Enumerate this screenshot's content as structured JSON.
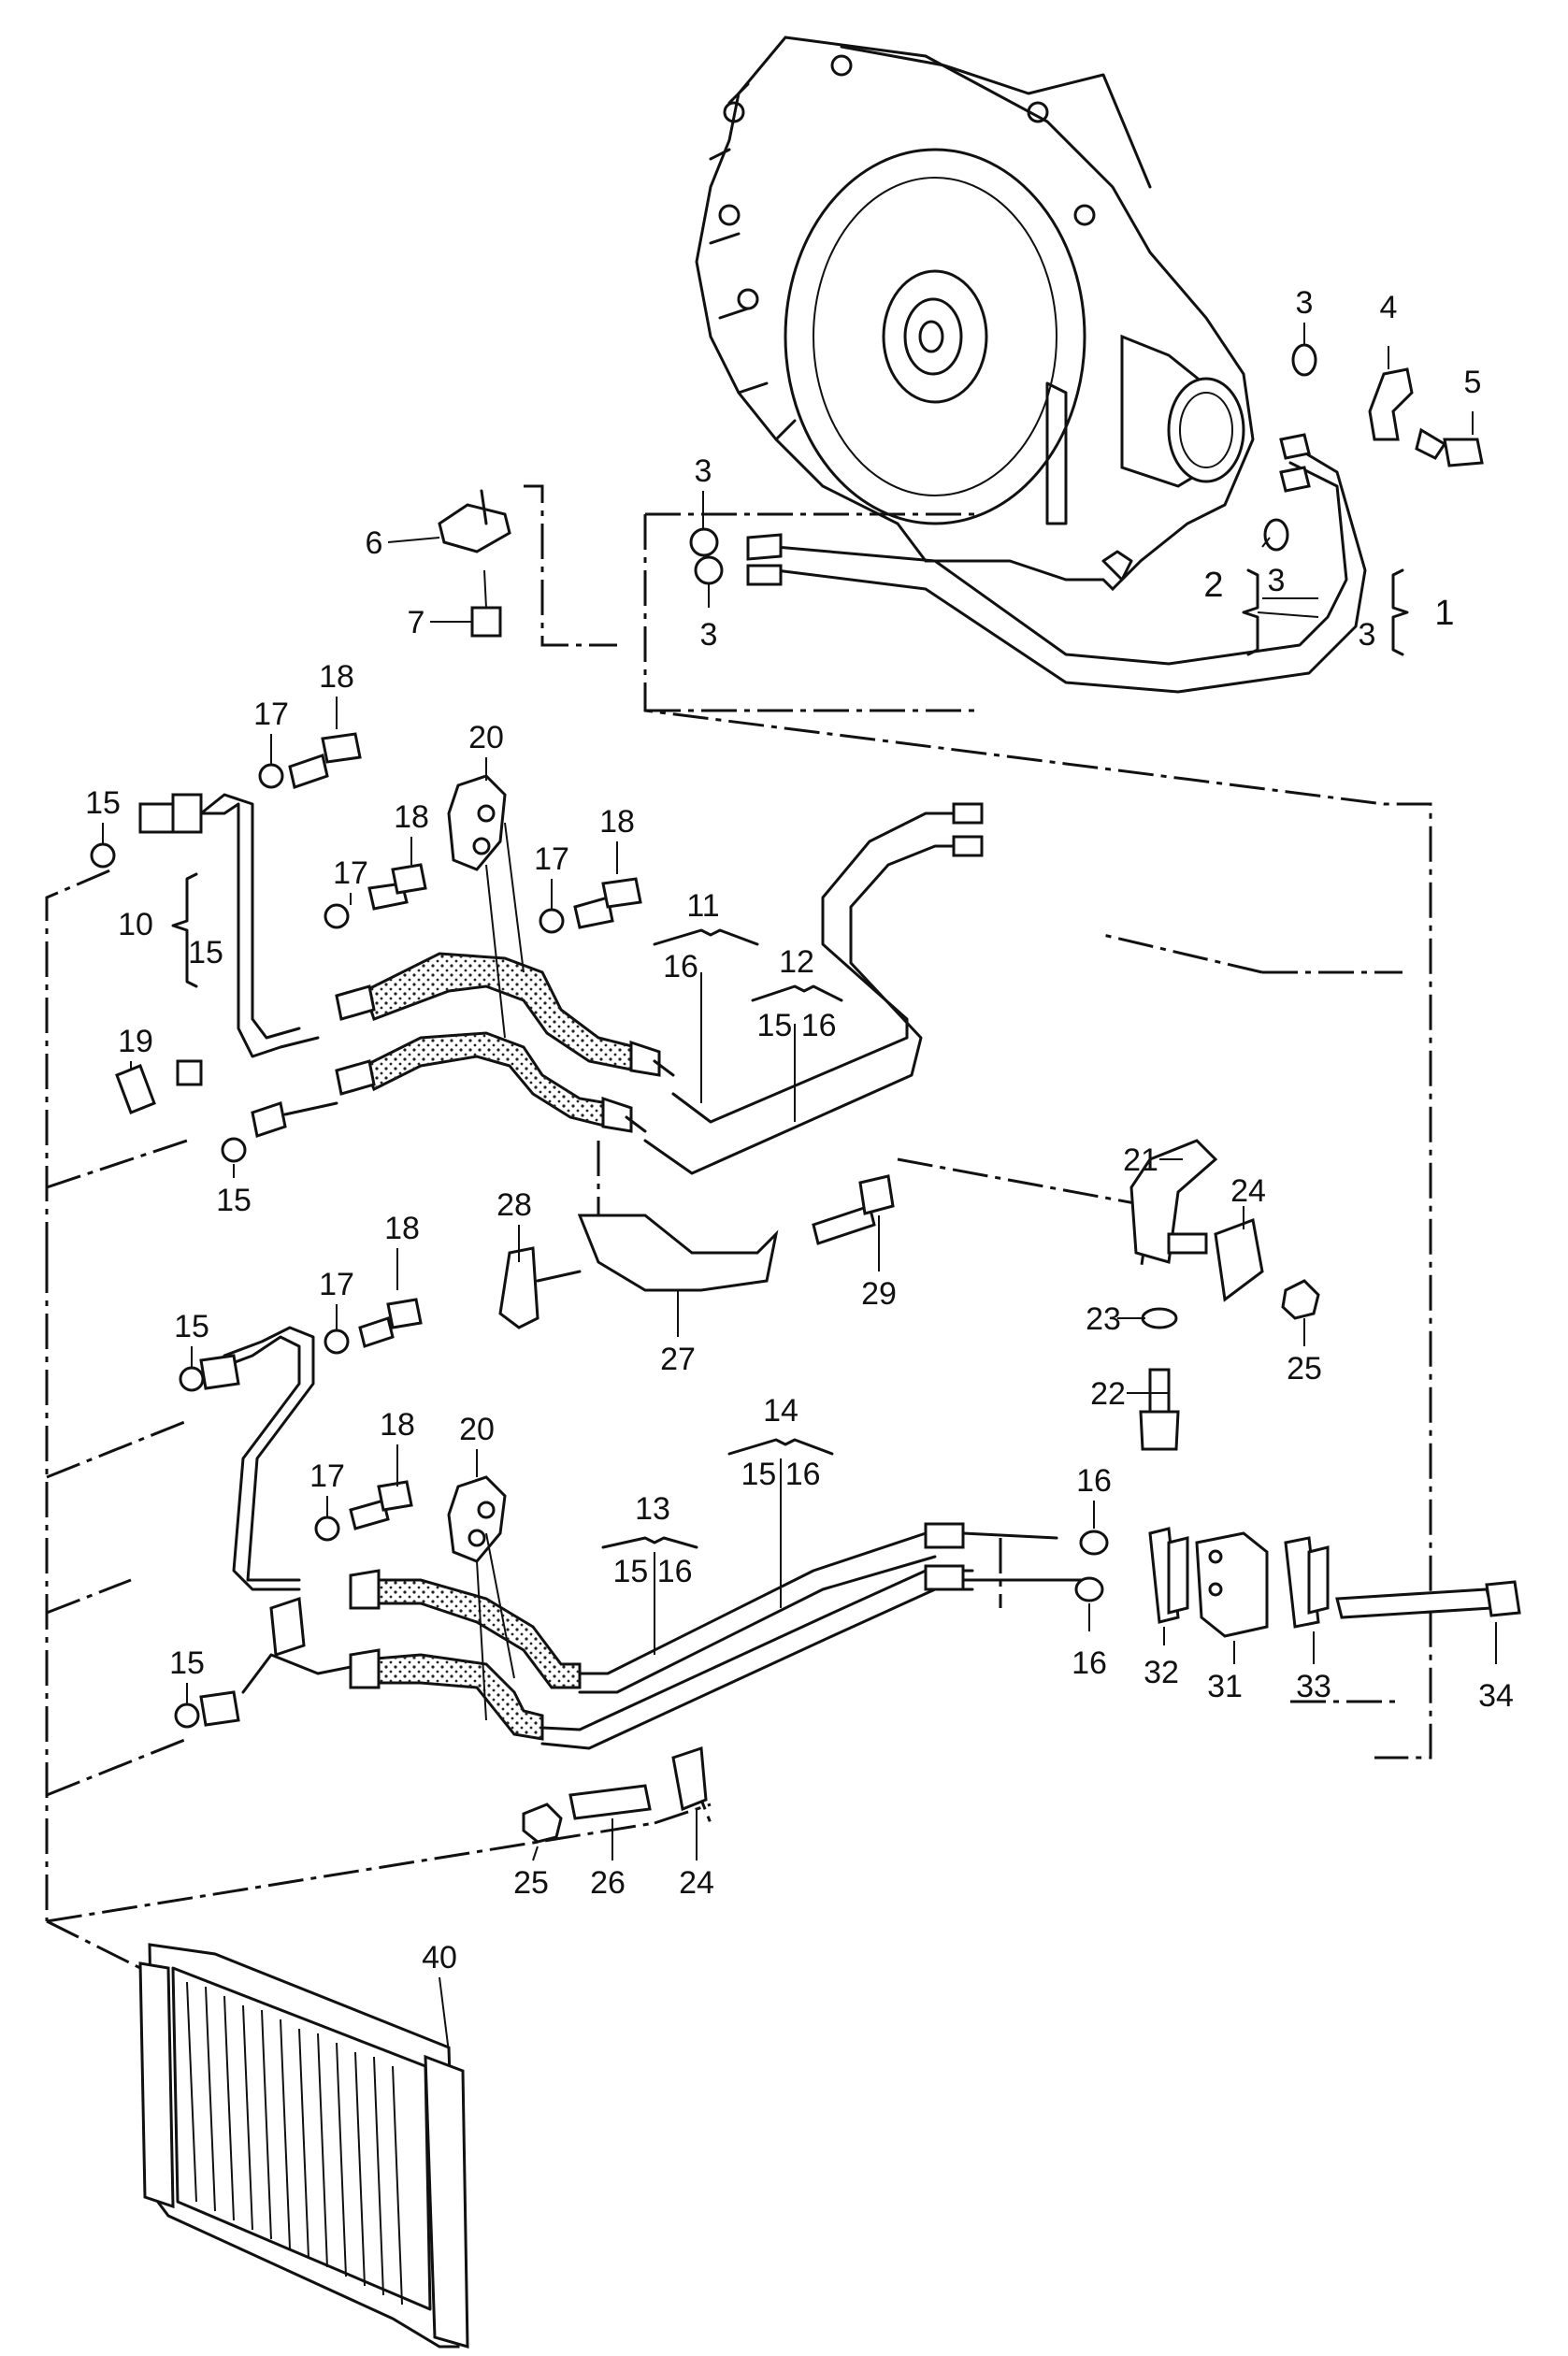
{
  "callouts": {
    "c1": "1",
    "c2": "2",
    "c3a": "3",
    "c3b": "3",
    "c3c": "3",
    "c3d": "3",
    "c3e": "3",
    "c4": "4",
    "c5": "5",
    "c6": "6",
    "c7": "7",
    "c10": "10",
    "c10sub": "15",
    "c11": "11",
    "c11sub": "16",
    "c12": "12",
    "c12sub": "15 16",
    "c13": "13",
    "c13sub": "15 16",
    "c14": "14",
    "c14sub": "15 16",
    "c15a": "15",
    "c15b": "15",
    "c15c": "15",
    "c15d": "15",
    "c16a": "16",
    "c16b": "16",
    "c17a": "17",
    "c17b": "17",
    "c17c": "17",
    "c17d": "17",
    "c17e": "17",
    "c18a": "18",
    "c18b": "18",
    "c18c": "18",
    "c18d": "18",
    "c18e": "18",
    "c19": "19",
    "c20a": "20",
    "c20b": "20",
    "c21": "21",
    "c22": "22",
    "c23": "23",
    "c24a": "24",
    "c24b": "24",
    "c25a": "25",
    "c25b": "25",
    "c26": "26",
    "c27": "27",
    "c28": "28",
    "c29": "29",
    "c31": "31",
    "c32": "32",
    "c33": "33",
    "c34": "34",
    "c40": "40"
  }
}
